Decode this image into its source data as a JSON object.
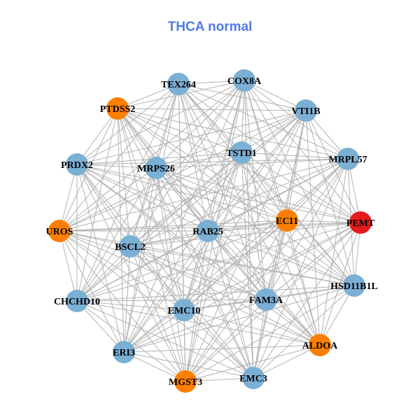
{
  "title": "THCA normal",
  "colors": {
    "normal": "#7bafd4",
    "highlight": "#ff7f00",
    "hub": "#e41a1c",
    "edge": "#b3b3b3",
    "title": "#4f7be8"
  },
  "nodes": [
    {
      "id": "TEX264",
      "group": "normal"
    },
    {
      "id": "COX8A",
      "group": "normal"
    },
    {
      "id": "VTI1B",
      "group": "normal"
    },
    {
      "id": "PTDSS2",
      "group": "highlight"
    },
    {
      "id": "PRDX2",
      "group": "normal"
    },
    {
      "id": "MRPS26",
      "group": "normal"
    },
    {
      "id": "TSTD1",
      "group": "normal"
    },
    {
      "id": "MRPL57",
      "group": "normal"
    },
    {
      "id": "UROS",
      "group": "highlight"
    },
    {
      "id": "ECI1",
      "group": "highlight"
    },
    {
      "id": "PEMT",
      "group": "hub"
    },
    {
      "id": "RAB25",
      "group": "normal"
    },
    {
      "id": "BSCL2",
      "group": "normal"
    },
    {
      "id": "HSD11B1L",
      "group": "normal"
    },
    {
      "id": "CHCHD10",
      "group": "normal"
    },
    {
      "id": "FAM3A",
      "group": "normal"
    },
    {
      "id": "EMC10",
      "group": "normal"
    },
    {
      "id": "ALDOA",
      "group": "highlight"
    },
    {
      "id": "ERI3",
      "group": "normal"
    },
    {
      "id": "MGST3",
      "group": "highlight"
    },
    {
      "id": "EMC3",
      "group": "normal"
    }
  ]
}
